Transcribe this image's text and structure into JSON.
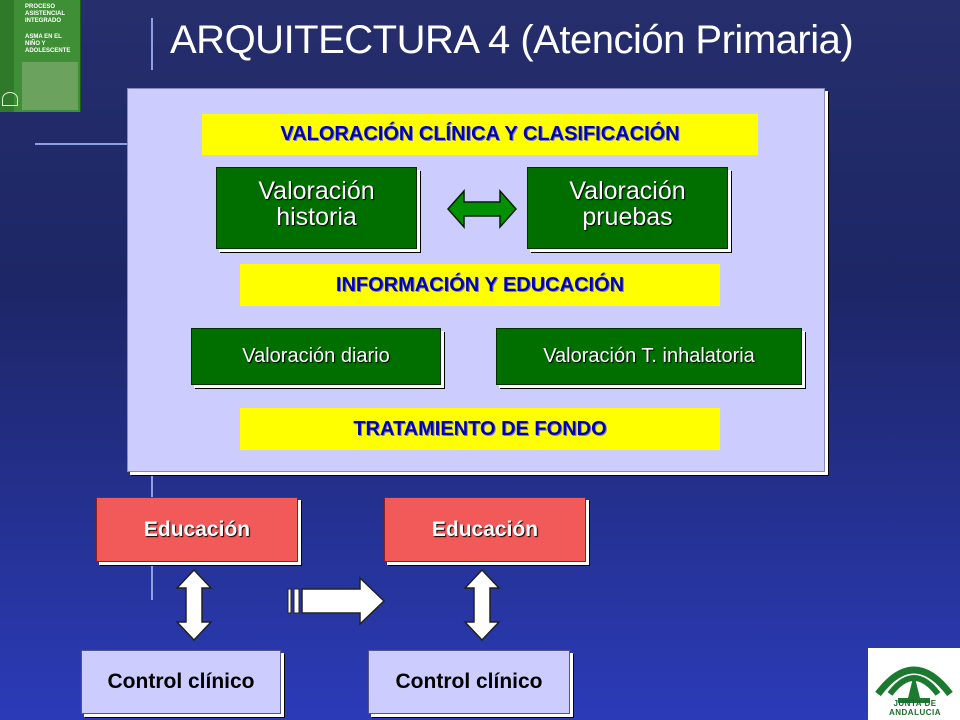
{
  "book": {
    "lines": [
      "PROCESO",
      "ASISTENCIAL",
      "INTEGRADO",
      "ASMA EN EL",
      "NIÑO Y",
      "ADOLESCENTE"
    ]
  },
  "title": "ARQUITECTURA 4 (Atención Primaria)",
  "panel": {
    "section1": "VALORACIÓN CLÍNICA Y CLASIFICACIÓN",
    "box_historia": [
      "Valoración",
      "historia"
    ],
    "box_pruebas": [
      "Valoración",
      "pruebas"
    ],
    "section2": "INFORMACIÓN Y EDUCACIÓN",
    "box_diario": "Valoración diario",
    "box_inhalatoria": "Valoración T. inhalatoria",
    "section3": "TRATAMIENTO DE FONDO"
  },
  "flow": {
    "left_top": "Educación",
    "right_top": "Educación",
    "left_bottom": "Control clínico",
    "right_bottom": "Control clínico"
  },
  "logo": {
    "text": "JUNTA DE ANDALUCIA"
  },
  "colors": {
    "background": "#262e6c",
    "panel": "#ccccff",
    "highlight": "#ffff00",
    "green": "#006f00",
    "red": "#f25a5a"
  }
}
